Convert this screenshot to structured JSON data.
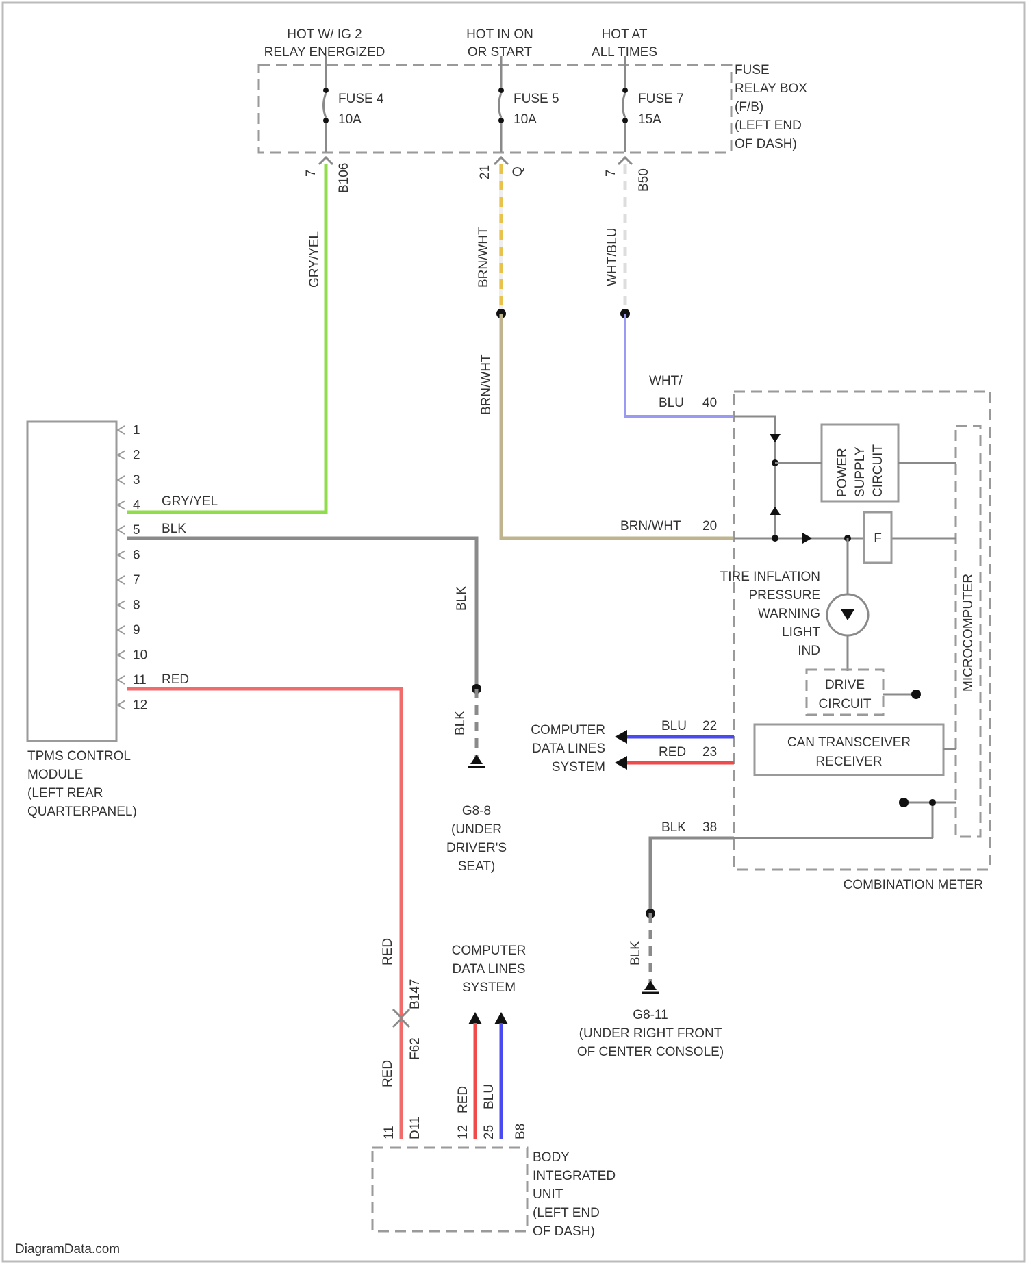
{
  "colors": {
    "gry_yel": "#8fdd4a",
    "blk": "#8a8a8a",
    "red": "#f26b6b",
    "brn_wht": "#bfb48d",
    "wht_blu": "#9a9af2",
    "blu": "#4a4af2",
    "red_data": "#f04a4a",
    "yellow_dash": "#e8c24a",
    "frame": "#9a9a9a"
  },
  "top_power": {
    "col1": [
      "HOT W/ IG 2",
      "RELAY ENERGIZED"
    ],
    "col2": [
      "HOT IN ON",
      "OR START"
    ],
    "col3": [
      "HOT AT",
      "ALL TIMES"
    ]
  },
  "fuse_box": {
    "label": [
      "FUSE",
      "RELAY BOX",
      "(F/B)",
      "(LEFT END",
      "OF DASH)"
    ],
    "fuses": [
      {
        "name": "FUSE 4",
        "rating": "10A",
        "pin": "7",
        "conn": "B106"
      },
      {
        "name": "FUSE 5",
        "rating": "10A",
        "pin": "21",
        "conn": "Q"
      },
      {
        "name": "FUSE 7",
        "rating": "15A",
        "pin": "7",
        "conn": "B50"
      }
    ]
  },
  "wires": {
    "gry_yel": "GRY/YEL",
    "brn_wht": "BRN/WHT",
    "wht_blu": "WHT/BLU",
    "wht": "WHT/",
    "blu": "BLU",
    "blk": "BLK",
    "red": "RED"
  },
  "tpms_module": {
    "label": [
      "TPMS CONTROL",
      "MODULE",
      "(LEFT REAR",
      "QUARTERPANEL)"
    ],
    "pins": [
      "1",
      "2",
      "3",
      "4",
      "5",
      "6",
      "7",
      "8",
      "9",
      "10",
      "11",
      "12"
    ]
  },
  "grounds": {
    "g8": [
      "G8-8",
      "(UNDER",
      "DRIVER'S",
      "SEAT)"
    ],
    "g11": [
      "G8-11",
      "(UNDER RIGHT FRONT",
      "OF CENTER CONSOLE)"
    ]
  },
  "combination_meter": {
    "label": "COMBINATION METER",
    "power_supply": [
      "POWER",
      "SUPPLY",
      "CIRCUIT"
    ],
    "microcomputer": "MICROCOMPUTER",
    "warning": [
      "TIRE INFLATION",
      "PRESSURE",
      "WARNING",
      "LIGHT",
      "IND"
    ],
    "drive": [
      "DRIVE",
      "CIRCUIT"
    ],
    "can": [
      "CAN TRANSCEIVER",
      "RECEIVER"
    ],
    "fuse_symbol": "F",
    "pins": {
      "wht_blu": "40",
      "brn_wht": "20",
      "blu": "22",
      "red": "23",
      "blk": "38"
    }
  },
  "data_lines_left": [
    "COMPUTER",
    "DATA LINES",
    "SYSTEM"
  ],
  "data_lines_bottom": [
    "COMPUTER",
    "DATA LINES",
    "SYSTEM"
  ],
  "connector_mid": {
    "upper": "RED",
    "conn_top": "B147",
    "conn_bottom": "F62"
  },
  "biu": {
    "label": [
      "BODY",
      "INTEGRATED",
      "UNIT",
      "(LEFT END",
      "OF DASH)"
    ],
    "pins": [
      "11",
      "D11",
      "12",
      "25",
      "B8"
    ]
  },
  "watermark": "DiagramData.com"
}
